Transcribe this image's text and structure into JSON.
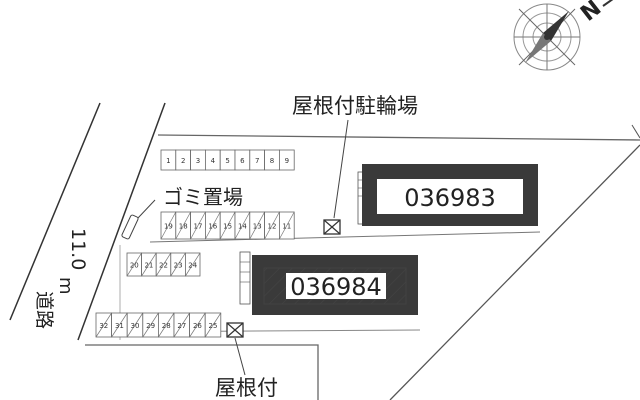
{
  "road": {
    "width_label": "11.0",
    "unit_label": "m",
    "road_label": "道路"
  },
  "labels": {
    "roofed_bicycle_parking_top": "屋根付駐輪場",
    "roofed_bottom": "屋根付",
    "garbage_area": "ゴミ置場"
  },
  "buildings": [
    {
      "id": "036983",
      "style": "plain"
    },
    {
      "id": "036984",
      "style": "hatched"
    }
  ],
  "parking": {
    "row_top": [
      "1",
      "2",
      "3",
      "4",
      "5",
      "6",
      "7",
      "8",
      "9"
    ],
    "row_second": [
      "19",
      "18",
      "17",
      "16",
      "15",
      "14",
      "13",
      "12",
      "11"
    ],
    "row_third": [
      "20",
      "21",
      "22",
      "23",
      "24"
    ],
    "row_bottom": [
      "32",
      "31",
      "30",
      "29",
      "28",
      "27",
      "26",
      "25"
    ]
  },
  "compass": {
    "north_label": "N"
  },
  "colors": {
    "building_frame": "#3a3a3a",
    "outline": "#4a4a4a",
    "background": "#ffffff"
  }
}
